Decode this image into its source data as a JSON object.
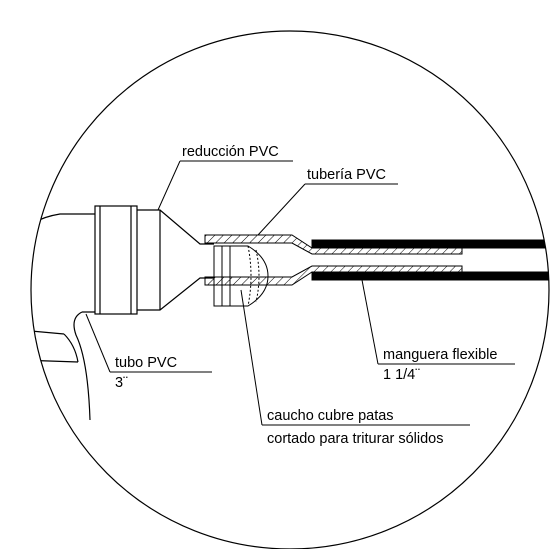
{
  "labels": {
    "reduccion": "reducción PVC",
    "tuberia": "tubería PVC",
    "tubo_line1": "tubo PVC",
    "tubo_line2": "3¨",
    "manguera_line1": "manguera flexible",
    "manguera_line2": "1 1/4¨",
    "caucho_line1": "caucho cubre patas",
    "caucho_line2": "cortado para triturar sólidos"
  },
  "colors": {
    "line": "#000000",
    "hatch": "#000000",
    "background": "#ffffff"
  }
}
